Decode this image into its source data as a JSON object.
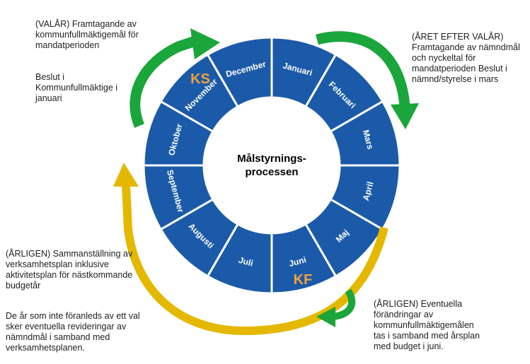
{
  "center": {
    "line1": "Målstyrnings-",
    "line2": "processen"
  },
  "months": [
    "Januari",
    "Februari",
    "Mars",
    "April",
    "Maj",
    "Juni",
    "Juli",
    "Augusti",
    "September",
    "Oktober",
    "November",
    "December"
  ],
  "markers": {
    "ks": "KS",
    "kf": "KF"
  },
  "notes": {
    "top_left": {
      "p1": "(VALÅR) Framtagande av\nkommunfullmäktigemål för\nmandatperioden",
      "p2": "Beslut i\nKommunfullmäktige i\njanuari"
    },
    "top_right": {
      "p1": "(ÅRET EFTER VALÅR)\nFramtagande av nämndmål\noch nyckeltal för\nmandatperioden  Beslut i\nnämnd/styrelse i mars"
    },
    "middle_left": {
      "p1": "(ÅRLIGEN)  Sammanställning  av\nverksamhetsplan  inklusive\naktivitetsplan för nästkommande\nbudgetår",
      "p2": "De år som inte föranleds  av ett val\nsker eventuella  revideringar  av\nnämndmål  i samband med\nverksamhetsplanen."
    },
    "bottom_right": {
      "p1": "(ÅRLIGEN)  Eventuella\nförändringar  av\nkommunfullmäktigemålen\ntas i samband med årsplan\nmed budget  i juni."
    }
  },
  "colors": {
    "ring_blue": "#1b5aa8",
    "segment_border": "#ffffff",
    "green_arrow": "#1aa63a",
    "yellow_arrow": "#e5b800",
    "marker_orange": "#f0a23c"
  }
}
